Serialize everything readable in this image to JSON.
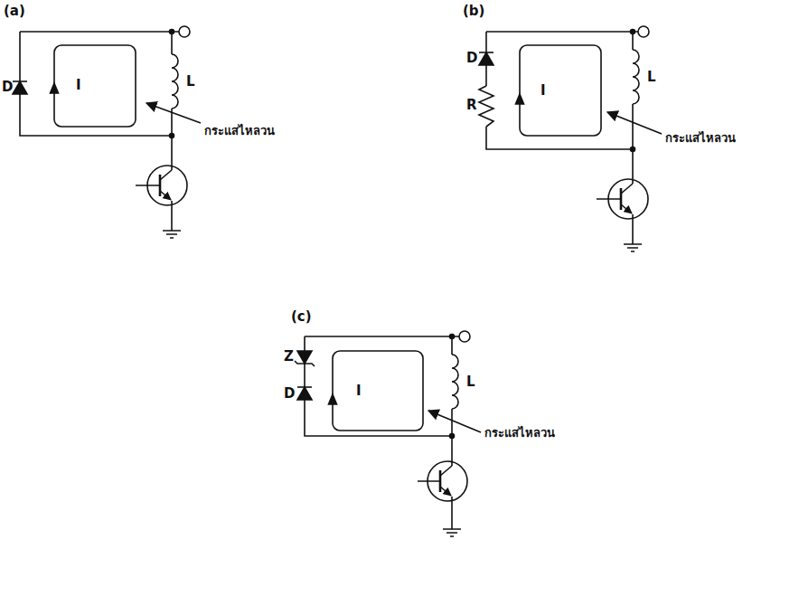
{
  "diagram": {
    "labels": [
      "(a)",
      "D",
      "I",
      "L",
      "กระแสไหลวน",
      "(b)",
      "D",
      "R",
      "I",
      "L",
      "กระแสไหลวน",
      "(c)",
      "Z",
      "D",
      "I",
      "L",
      "กระแสไหลวน"
    ]
  }
}
